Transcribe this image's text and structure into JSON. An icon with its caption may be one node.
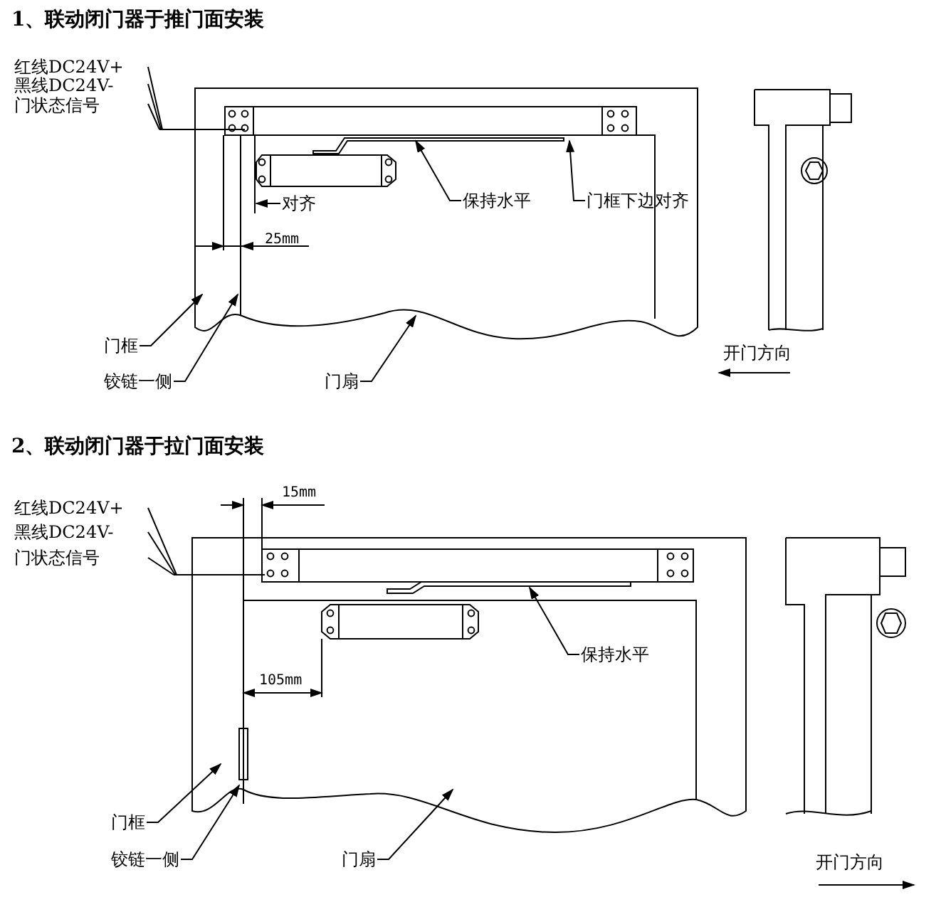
{
  "diagram": {
    "nodes": [
      {
        "text": [
          "对齐"
        ]
      },
      {
        "text": [
          "保持水平"
        ]
      },
      {
        "text": [
          "门框下边对齐"
        ]
      },
      {
        "text": [
          "门框"
        ]
      },
      {
        "text": [
          "铰链一侧"
        ]
      },
      {
        "text": [
          "门扇"
        ]
      },
      {
        "text": [
          "保持水平"
        ]
      },
      {
        "text": [
          "门框"
        ]
      },
      {
        "text": [
          "铰链一侧"
        ]
      },
      {
        "text": [
          "门扇"
        ]
      }
    ],
    "edges": [
      {
        "from": 0,
        "to": null,
        "arrow": "to"
      },
      {
        "from": 1,
        "to": null,
        "arrow": "to"
      },
      {
        "from": 2,
        "to": null,
        "arrow": "to"
      },
      {
        "from": 3,
        "to": null,
        "arrow": "to"
      },
      {
        "from": 4,
        "to": null,
        "arrow": "to"
      },
      {
        "from": 5,
        "to": null,
        "arrow": "to"
      },
      {
        "from": 6,
        "to": null,
        "arrow": "to"
      },
      {
        "from": 7,
        "to": null,
        "arrow": "to"
      },
      {
        "from": 8,
        "to": null,
        "arrow": "to"
      },
      {
        "from": 9,
        "to": null,
        "arrow": "to"
      }
    ],
    "labels": [
      "1、联动闭门器于推门面安装",
      "红线DC24V+",
      "黑线DC24V-",
      "门状态信号",
      "25mm",
      "开门方向",
      "2、联动闭门器于拉门面安装",
      "15mm",
      "红线DC24V+",
      "黑线DC24V-",
      "门状态信号",
      "105mm",
      "开门方向"
    ]
  }
}
